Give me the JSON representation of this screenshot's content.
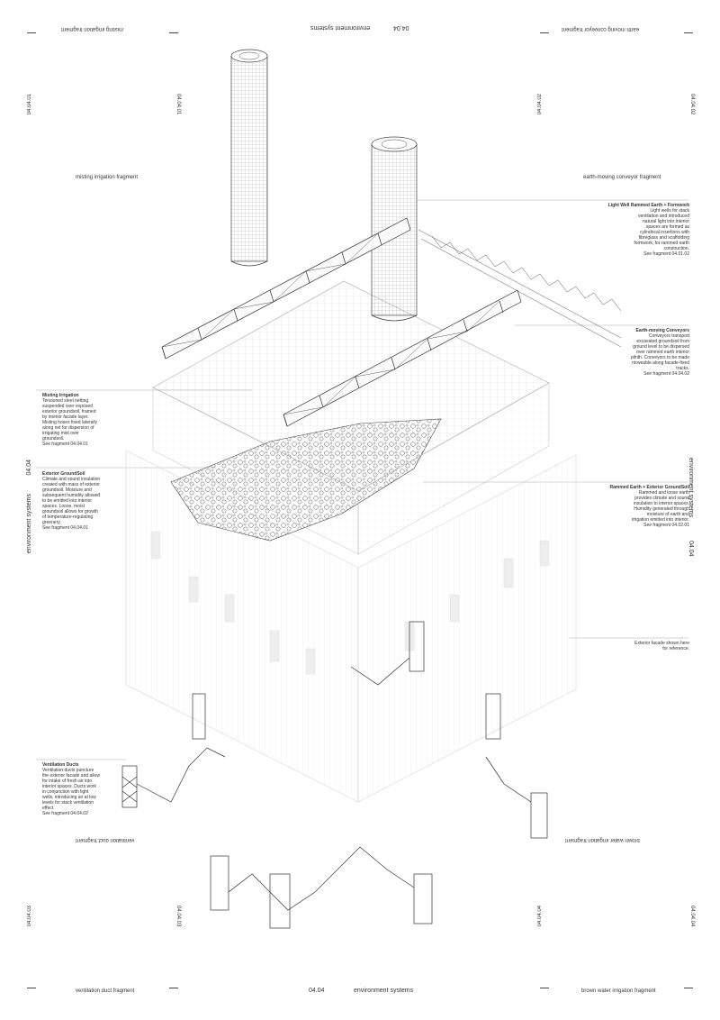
{
  "title": "environment systems",
  "section": "04.04",
  "corner_labels": {
    "top_left": "misting irrigation fragment",
    "top_right": "earth moving conveyor fragment",
    "upper_left": "misting irrigation fragment",
    "upper_right": "earth-moving conveyor fragment",
    "lower_left": "ventilation duct fragment",
    "lower_right": "brown water irrigation fragment",
    "bottom_left": "ventilation duct fragment",
    "bottom_right": "brown water irrigation fragment"
  },
  "fragment_codes": {
    "c1": "04.04.01",
    "c2": "04.04.02",
    "c3": "04.04.03",
    "c4": "04.04.04"
  },
  "annotations": [
    {
      "id": "light-well",
      "title": "Light Well Rammed Earth + Formwork",
      "body": "Light wells for stack\nventilation and introduced\nnatural light into interior\nspaces are formed as\ncylindrical insertions with\nfibreglass and scaffolding\nformwork, for rammed earth\nconstruction.\nSee fragment 04.01.02"
    },
    {
      "id": "conveyors",
      "title": "Earth-moving Conveyors",
      "body": "Conveyors transport\nexcavated groundsoil from\nground level to be dispersed\nover rammed earth interior\nplinth. Conveyors to be made\nmoveable along facade-fixed\ntracks.\nSee fragment 04.04.02"
    },
    {
      "id": "misting",
      "title": "Misting Irrigation",
      "body": "Tensioned steel netting\nsuspended over exposed\nexterior groundsoil, framed\nby interior facade layer.\nMisting hoses fixed laterally\nalong net for dispersion of\nirrigating mist over\ngroundsoil.\nSee fragment 04.04.01"
    },
    {
      "id": "ground-soil",
      "title": "Exterior GroundSoil",
      "body": "Climate and sound insulation\ncreated with mass of exterior\ngroundsoil. Moisture and\nsubsequent humidity allowed\nto be emitted into interior\nspaces. Loose, moist\ngroundsoil allows for growth\nof temperature-regulating\ngreenery.\nSee fragment 04.04.01"
    },
    {
      "id": "rammed-earth",
      "title": "Rammed Earth + Exterior GroundSoil",
      "body": "Rammed and loose earth\nprovides climate and sound\ninsulation to interior spaces.\nHumidity generated through\nmoisture of earth and\nirrigation emitted into interior.\nSee fragment 04.02.01"
    },
    {
      "id": "facade",
      "title": "",
      "body": "Exterior facade shown here\nfor reference."
    },
    {
      "id": "ventilation",
      "title": "Ventilation Ducts",
      "body": "Ventilation ducts puncture\nthe exterior facade and allow\nfor intake of fresh air into\ninterior spaces. Ducts work\nin conjunction with light\nwells, introducing air at low\nlevels for stack ventilation\neffect.\nSee fragment 04.04.02"
    }
  ]
}
